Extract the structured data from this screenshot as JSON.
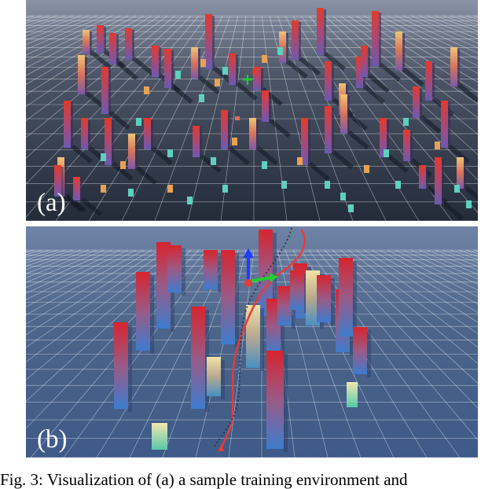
{
  "figure": {
    "panel_a": {
      "label": "(a)"
    },
    "panel_b": {
      "label": "(b)"
    },
    "caption": "Fig. 3: Visualization of (a) a sample training environment and"
  },
  "colors": {
    "ground": "#2f3a4c",
    "grid": "#ffffff",
    "tall_column_top": "#d3252f",
    "column_base": "#3f79c9",
    "short_block": "#5fd0c0",
    "trajectory": "#e63b3b",
    "drone_axis_up": "#1f3cff",
    "drone_axis_side": "#22cc33"
  }
}
